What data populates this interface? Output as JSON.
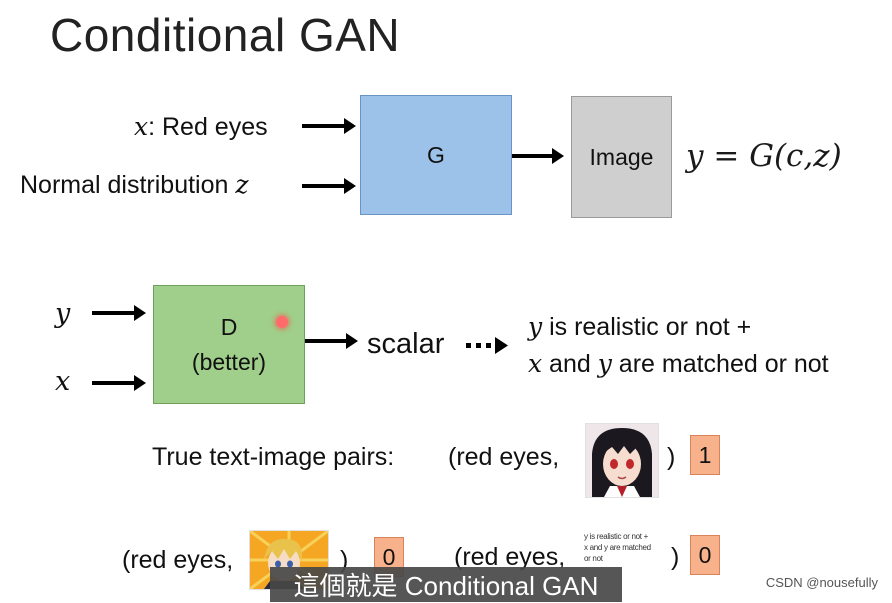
{
  "title": "Conditional GAN",
  "generator": {
    "input_x_var": "x",
    "input_x_text": ": Red eyes",
    "input_z_text": "Normal distribution ",
    "input_z_var": "z",
    "box_label": "G",
    "output_label": "Image",
    "formula": "y = G(c,z)"
  },
  "discriminator": {
    "input_y": "y",
    "input_x": "x",
    "box_label_line1": "D",
    "box_label_line2": "(better)",
    "output_label": "scalar",
    "desc_line1_var": "y",
    "desc_line1_text": " is realistic or not +",
    "desc_line2_x": "x",
    "desc_line2_mid": " and ",
    "desc_line2_y": "y",
    "desc_line2_end": " are matched or not"
  },
  "pairs": {
    "true_label": "True text-image pairs:",
    "true_open": "(red eyes,",
    "true_close": ")",
    "true_score": "1",
    "fake1_open": "(red eyes,",
    "fake1_close": ")",
    "fake1_score": "0",
    "fake2_open": "(red eyes,",
    "fake2_close": ")",
    "fake2_score": "0",
    "mini_text_line1": "y is realistic or not +",
    "mini_text_line2": "x and y are matched or not"
  },
  "caption": "這個就是 Conditional GAN",
  "watermark": "CSDN @nousefully",
  "colors": {
    "generator_box": "#9dc2ea",
    "image_box": "#cfcfcf",
    "discriminator_box": "#9fcf8a",
    "score_box": "#f8b28b",
    "pointer": "#e02020"
  }
}
